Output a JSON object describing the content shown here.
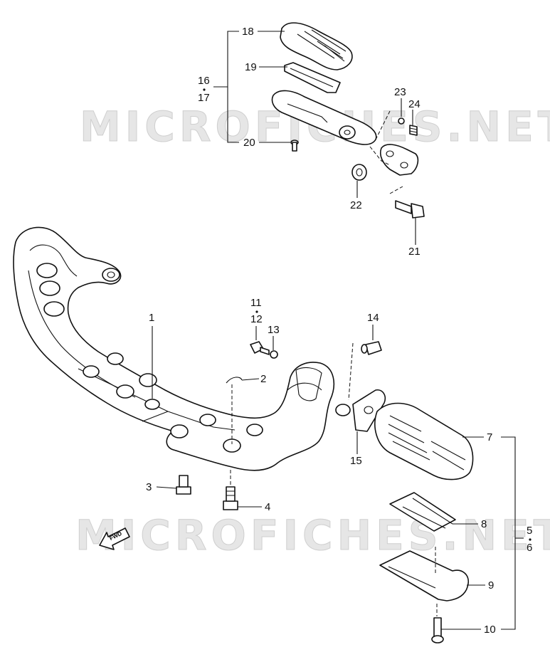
{
  "watermark": "MICROFICHES.NET",
  "fwd_label": "FWD",
  "callouts": {
    "c1": "1",
    "c2": "2",
    "c3": "3",
    "c4": "4",
    "c5": "5",
    "c6": "6",
    "c7": "7",
    "c8": "8",
    "c9": "9",
    "c10": "10",
    "c11": "11",
    "c12": "12",
    "c13": "13",
    "c14": "14",
    "c15": "15",
    "c16": "16",
    "c17": "17",
    "c18": "18",
    "c19": "19",
    "c20": "20",
    "c21": "21",
    "c22": "22",
    "c23": "23",
    "c24": "24"
  },
  "colors": {
    "line": "#111111",
    "watermark": "#e6e6e6",
    "background": "#ffffff"
  }
}
